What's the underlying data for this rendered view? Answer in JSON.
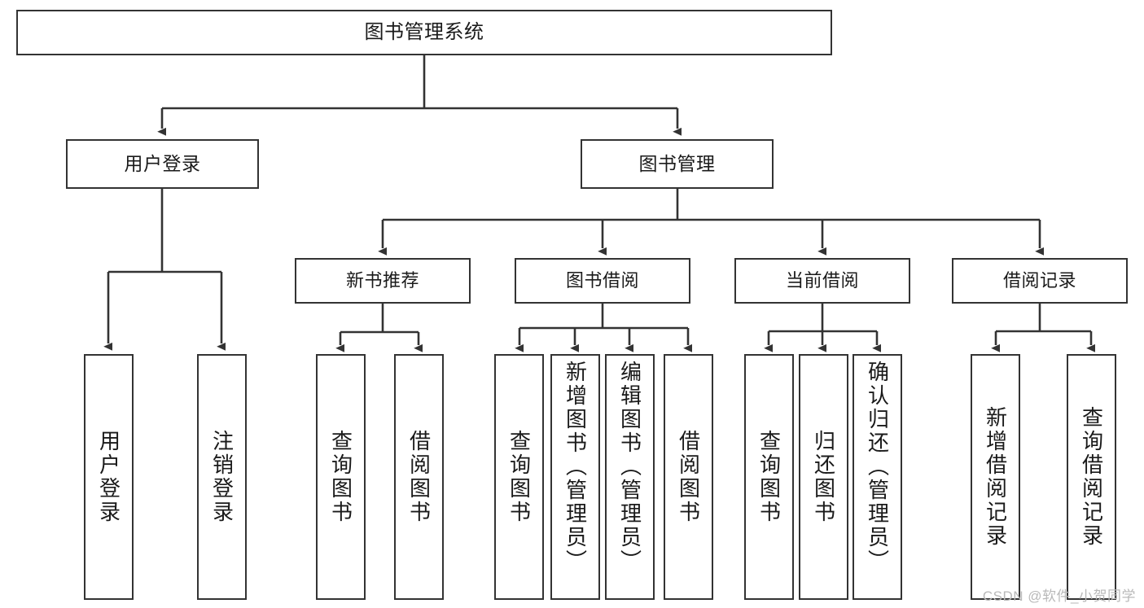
{
  "diagram": {
    "title": "图书管理系统",
    "type": "tree-hierarchy-chart",
    "watermark": "CSDN @软件_小贺同学",
    "colors": {
      "background": "#ffffff",
      "box_border": "#333333",
      "box_fill": "#ffffff",
      "edge": "#333333",
      "text": "#1a1a1a",
      "watermark": "#b9b9b9"
    },
    "root": {
      "label": "图书管理系统"
    },
    "level2": [
      {
        "key": "user_login",
        "label": "用户登录"
      },
      {
        "key": "book_manage",
        "label": "图书管理"
      }
    ],
    "level3": [
      {
        "key": "new_book_rec",
        "label": "新书推荐"
      },
      {
        "key": "book_borrow",
        "label": "图书借阅"
      },
      {
        "key": "current_borrow",
        "label": "当前借阅"
      },
      {
        "key": "borrow_record",
        "label": "借阅记录"
      }
    ],
    "leaves": {
      "user_login": [
        {
          "label": "用户登录"
        },
        {
          "label": "注销登录"
        }
      ],
      "new_book_rec": [
        {
          "label": "查询图书"
        },
        {
          "label": "借阅图书"
        }
      ],
      "book_borrow": [
        {
          "label": "查询图书"
        },
        {
          "label": "新增图书（管理员）"
        },
        {
          "label": "编辑图书（管理员）"
        },
        {
          "label": "借阅图书"
        }
      ],
      "current_borrow": [
        {
          "label": "查询图书"
        },
        {
          "label": "归还图书"
        },
        {
          "label": "确认归还（管理员）"
        }
      ],
      "borrow_record": [
        {
          "label": "新增借阅记录"
        },
        {
          "label": "查询借阅记录"
        }
      ]
    }
  }
}
